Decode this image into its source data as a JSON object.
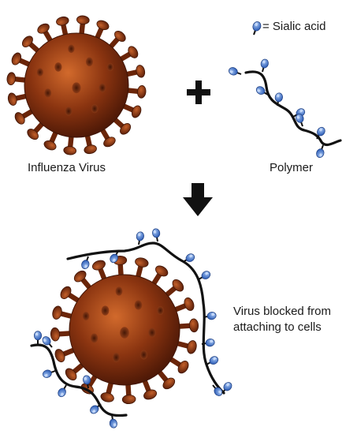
{
  "legend": {
    "text": "= Sialic acid",
    "icon": "sialic-acid-icon"
  },
  "labels": {
    "virus": "Influenza Virus",
    "polymer": "Polymer",
    "result_line1": "Virus blocked from",
    "result_line2": "attaching to cells"
  },
  "colors": {
    "virus_core": "#8a3410",
    "virus_edge": "#4a1706",
    "virus_highlight": "#d26a2c",
    "sialic_fill": "#4a7fd6",
    "sialic_light": "#a9c8f5",
    "polymer_stroke": "#111111"
  },
  "symbols": {
    "plus": "+",
    "arrow": "down-arrow"
  }
}
